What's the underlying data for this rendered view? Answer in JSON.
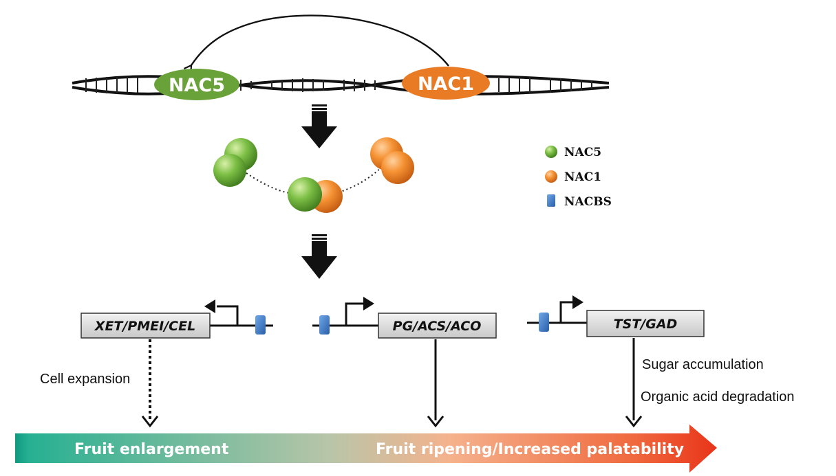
{
  "dna": {
    "genes": [
      {
        "label": "NAC5",
        "color": "#6aa23a"
      },
      {
        "label": "NAC1",
        "color": "#ea7b25"
      }
    ]
  },
  "legend": [
    {
      "label": "NAC5",
      "icon": "green-sphere-icon",
      "color": "#6cb33f"
    },
    {
      "label": "NAC1",
      "icon": "orange-sphere-icon",
      "color": "#f08a2c"
    },
    {
      "label": "NACBS",
      "icon": "blue-box-icon",
      "color": "#3a78c2"
    }
  ],
  "targets": [
    {
      "label": "XET/PMEI/CEL",
      "effects": [
        "Cell expansion"
      ],
      "arrow": "dotted"
    },
    {
      "label": "PG/ACS/ACO",
      "effects": [],
      "arrow": "solid"
    },
    {
      "label": "TST/GAD",
      "effects": [
        "Sugar accumulation",
        "Organic acid degradation"
      ],
      "arrow": "solid"
    }
  ],
  "outcome_bar": {
    "left_label": "Fruit enlargement",
    "right_label": "Fruit ripening/Increased palatability",
    "colors": [
      "#1aa88a",
      "#f7a07a",
      "#ef3a1e"
    ]
  }
}
